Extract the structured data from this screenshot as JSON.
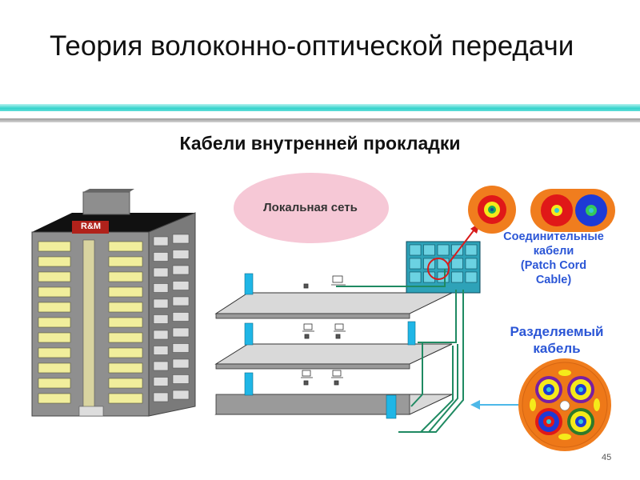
{
  "slide": {
    "title": "Теория волоконно-оптической передачи",
    "subtitle": "Кабели внутренней прокладки",
    "page_number": "45"
  },
  "diagram": {
    "lan_label": "Локальная сеть",
    "brand": "R&M",
    "patch_cord_lines": [
      "Соединительные",
      "кабели",
      "(Patch Cord",
      "Cable)"
    ],
    "breakout_lines": [
      "Разделяемый",
      "кабель"
    ]
  },
  "colors": {
    "title_bar": "#35d3cc",
    "label_blue": "#2b56d6",
    "lan_ellipse": "#f6c8d6",
    "building": "#8c8c8c",
    "cabinet": "#2ea2b8",
    "cable_green": "#1f8a62"
  }
}
